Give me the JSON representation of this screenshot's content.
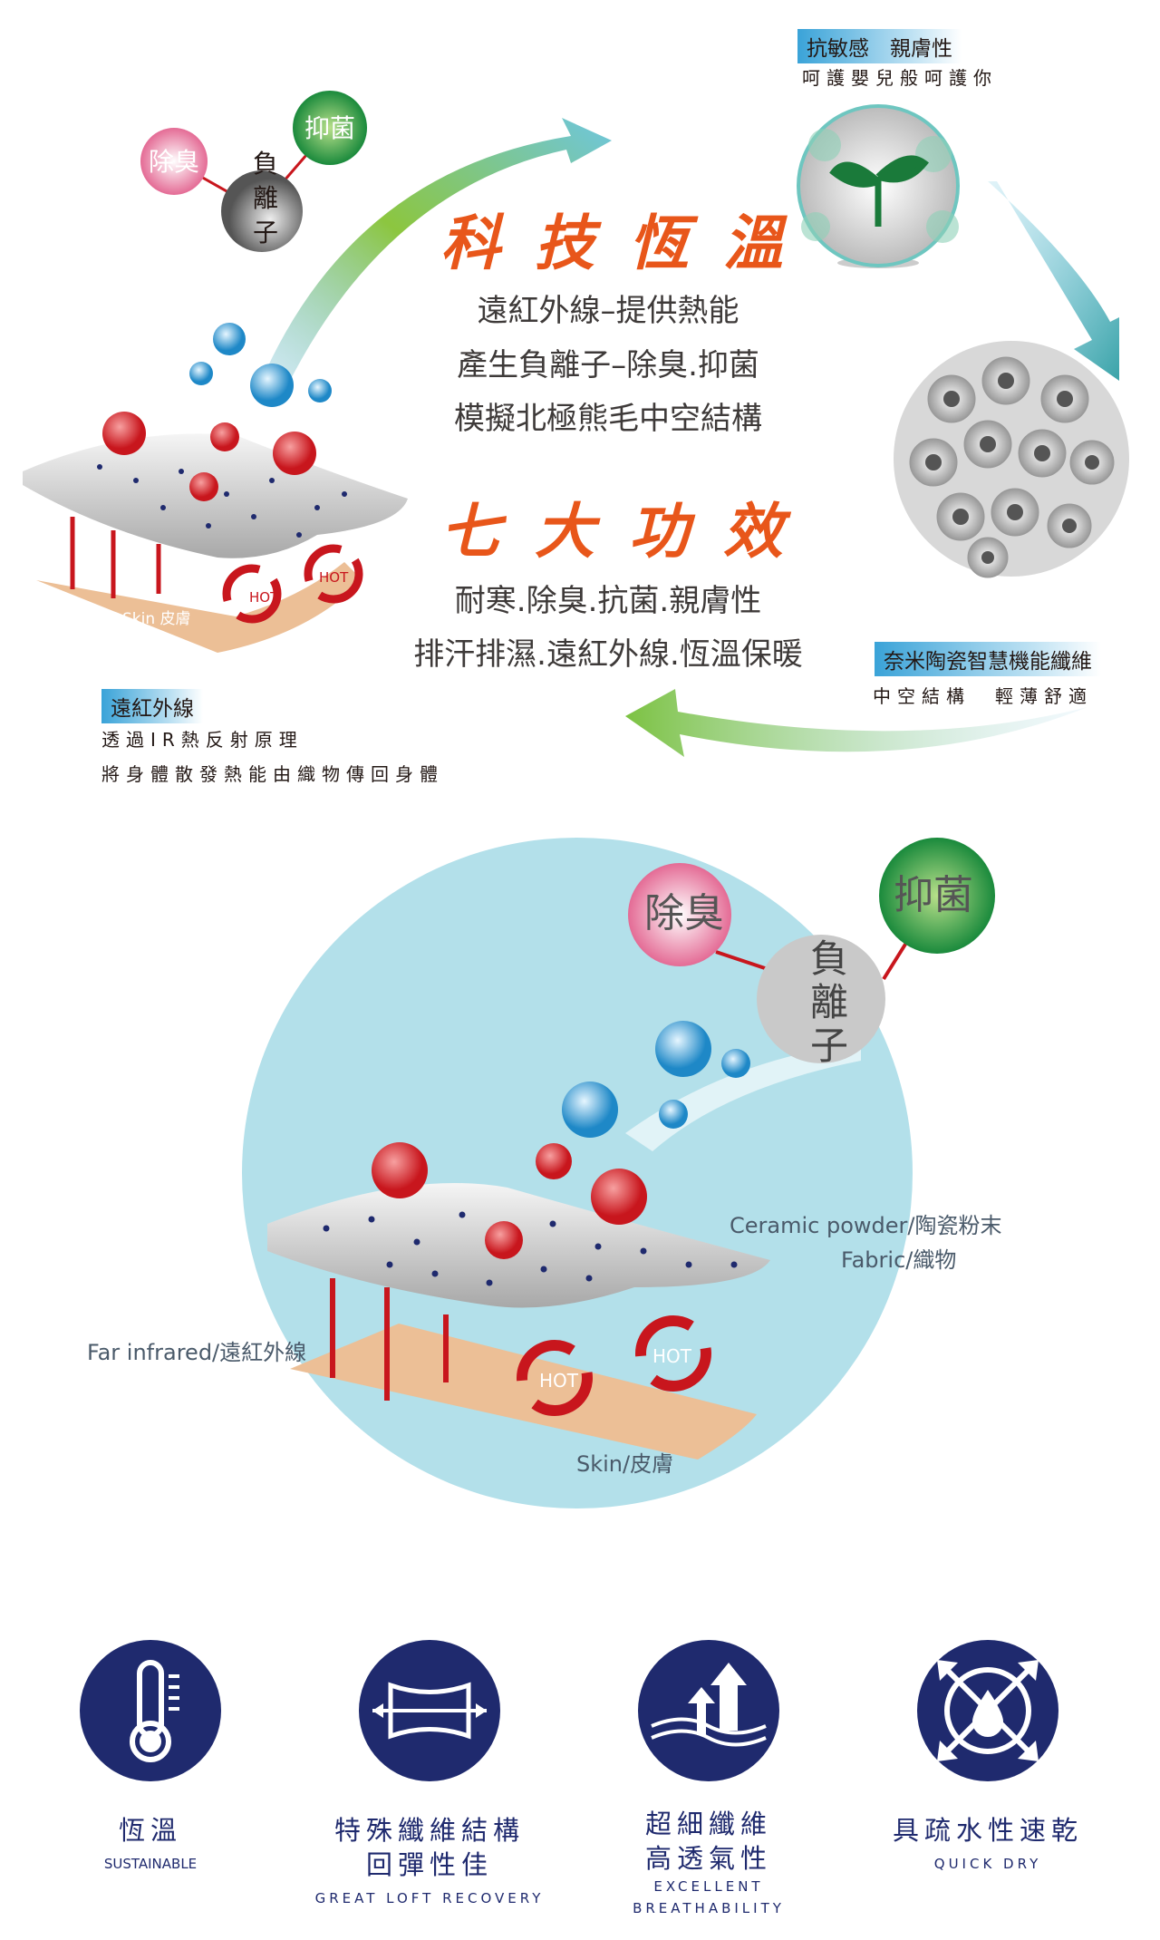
{
  "top": {
    "title": "科技恆溫",
    "lines": [
      "遠紅外線–提供熱能",
      "產生負離子–除臭.抑菌",
      "模擬北極熊毛中空結構"
    ],
    "subtitle": "七大功效",
    "effects": [
      "耐寒.除臭.抗菌.親膚性",
      "排汗排濕.遠紅外線.恆溫保暖"
    ],
    "allergy": {
      "tag": "抗敏感　親膚性",
      "desc": "呵護嬰兒般呵護你"
    },
    "nano": {
      "tag": "奈米陶瓷智慧機能纖維",
      "desc": "中空結構　輕薄舒適"
    },
    "ir": {
      "tag": "遠紅外線",
      "desc1": "透過IR熱反射原理",
      "desc2": "將身體散發熱能由織物傳回身體"
    },
    "molecule": {
      "deodor": "除臭",
      "antibac": "抑菌",
      "anion": [
        "負",
        "離",
        "子"
      ]
    },
    "skin_label": "Skin 皮膚",
    "hot": "HOT"
  },
  "diagram": {
    "deodor": "除臭",
    "antibac": "抑菌",
    "anion": [
      "負",
      "離",
      "子"
    ],
    "ceramic": "Ceramic powder/陶瓷粉末",
    "fabric": "Fabric/織物",
    "far_ir": "Far infrared/遠紅外線",
    "skin": "Skin/皮膚",
    "hot": "HOT"
  },
  "features": [
    {
      "zh": [
        "恆溫"
      ],
      "en": [
        "SUSTAINABLE"
      ],
      "icon": "thermometer-icon"
    },
    {
      "zh": [
        "特殊纖維結構",
        "回彈性佳"
      ],
      "en": [
        "GREAT LOFT RECOVERY"
      ],
      "icon": "stretch-fabric-icon"
    },
    {
      "zh": [
        "超細纖維",
        "高透氣性"
      ],
      "en": [
        "EXCELLENT",
        "BREATHABILITY"
      ],
      "icon": "breathable-arrows-icon"
    },
    {
      "zh": [
        "具疏水性速乾"
      ],
      "en": [
        "QUICK DRY"
      ],
      "icon": "water-drop-dry-icon"
    }
  ],
  "colors": {
    "orange": "#e8561a",
    "navy": "#1f2a6e",
    "sky": "#b3e0ea",
    "red": "#c8161d"
  }
}
